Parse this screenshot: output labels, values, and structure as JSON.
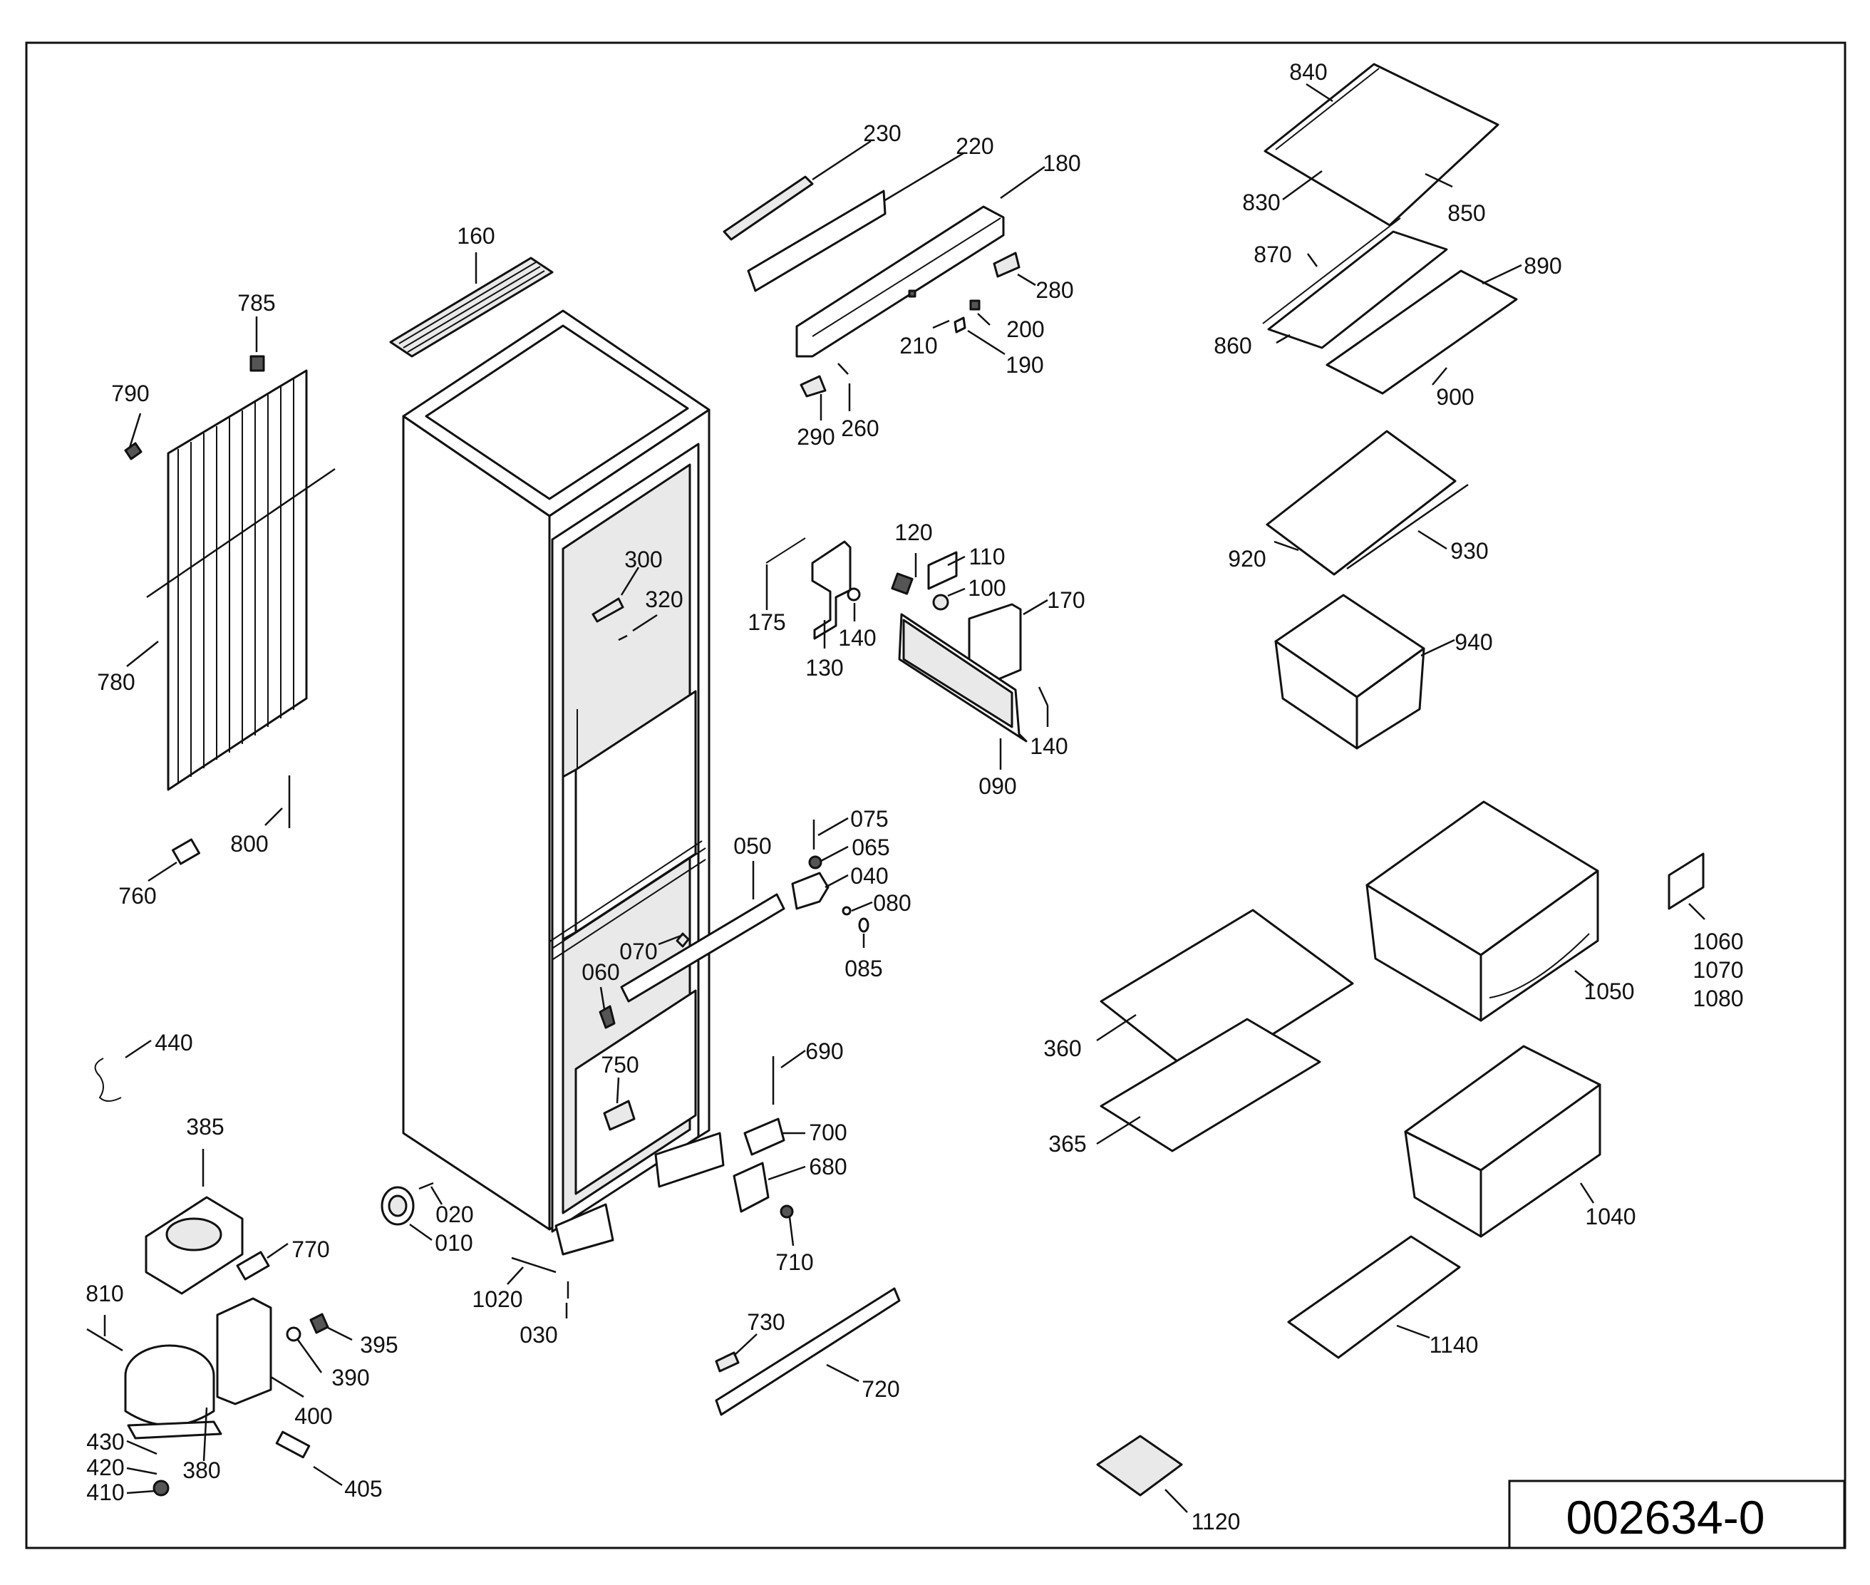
{
  "drawing_code": "002634-0",
  "part_labels": {
    "p840": "840",
    "p830": "830",
    "p850": "850",
    "p870": "870",
    "p860": "860",
    "p890": "890",
    "p900": "900",
    "p920": "920",
    "p930": "930",
    "p940": "940",
    "p1060": "1060",
    "p1070": "1070",
    "p1080": "1080",
    "p1050": "1050",
    "p360": "360",
    "p365": "365",
    "p1040": "1040",
    "p1140": "1140",
    "p1120": "1120",
    "p230": "230",
    "p220": "220",
    "p180": "180",
    "p280": "280",
    "p200": "200",
    "p210": "210",
    "p190": "190",
    "p290": "290",
    "p260": "260",
    "p160": "160",
    "p785": "785",
    "p790": "790",
    "p780": "780",
    "p800": "800",
    "p760": "760",
    "p300": "300",
    "p320": "320",
    "p175": "175",
    "p130": "130",
    "p140a": "140",
    "p120": "120",
    "p110": "110",
    "p100": "100",
    "p170": "170",
    "p140b": "140",
    "p090": "090",
    "p075": "075",
    "p065": "065",
    "p040": "040",
    "p080": "080",
    "p085": "085",
    "p050": "050",
    "p070": "070",
    "p060": "060",
    "p750": "750",
    "p690": "690",
    "p700": "700",
    "p680": "680",
    "p710": "710",
    "p730": "730",
    "p720": "720",
    "p440": "440",
    "p385": "385",
    "p770": "770",
    "p810": "810",
    "p395": "395",
    "p390": "390",
    "p400": "400",
    "p380": "380",
    "p430": "430",
    "p420": "420",
    "p410": "410",
    "p405": "405",
    "p020": "020",
    "p010": "010",
    "p1020": "1020",
    "p030": "030"
  }
}
